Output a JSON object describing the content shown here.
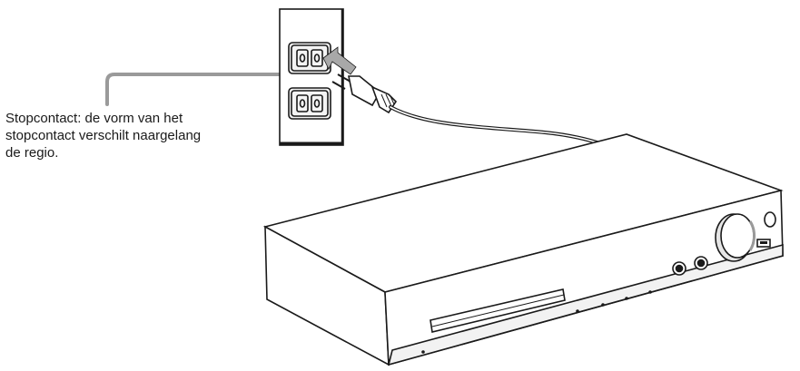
{
  "callout": {
    "lines": [
      "Stopcontact: de vorm van het",
      "stopcontact verschilt naargelang",
      "de regio."
    ]
  },
  "colors": {
    "line": "#1a1a1a",
    "callout_line": "#9a9a9a",
    "arrow_fill": "#a8a8a8",
    "panel_shadow": "#d9d9d9"
  },
  "icons": {
    "outlet": "wall-outlet-icon",
    "plug": "power-plug-icon",
    "device": "av-receiver-illustration"
  }
}
